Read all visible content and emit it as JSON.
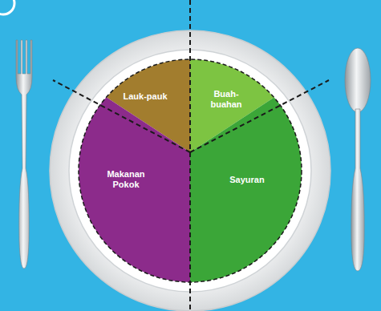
{
  "diagram": {
    "nodes": [
      {
        "text": [
          "Lauk-pauk"
        ]
      },
      {
        "text": [
          "Buah- buahan"
        ]
      },
      {
        "text": [
          "Makanan Pokok"
        ]
      },
      {
        "text": [
          "Sayuran"
        ]
      }
    ]
  }
}
